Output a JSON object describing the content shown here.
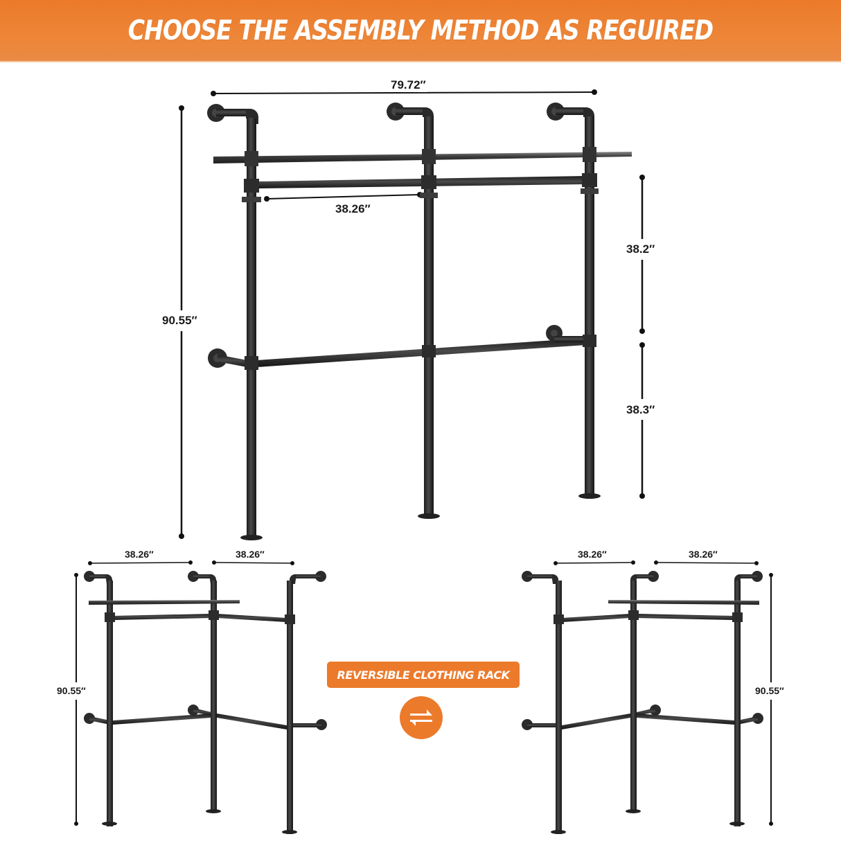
{
  "banner": {
    "title": "CHOOSE THE ASSEMBLY METHOD AS REGUIRED",
    "color": "#ec7a2b"
  },
  "main_diagram": {
    "name": "straight-layout",
    "dimensions": {
      "total_width": "79.72″",
      "rod_span": "38.26″",
      "total_height": "90.55″",
      "upper_section_height": "38.2″",
      "lower_section_height": "38.3″"
    }
  },
  "left_diagram": {
    "name": "corner-layout-left",
    "dimensions": {
      "span_left": "38.26″",
      "span_right": "38.26″",
      "total_height": "90.55″"
    }
  },
  "right_diagram": {
    "name": "corner-layout-right",
    "dimensions": {
      "span_left": "38.26″",
      "span_right": "38.26″",
      "total_height": "90.55″"
    }
  },
  "badge": {
    "label": "REVERSIBLE CLOTHING RACK",
    "icon": "swap-arrows-icon",
    "color": "#ec7a2b"
  }
}
